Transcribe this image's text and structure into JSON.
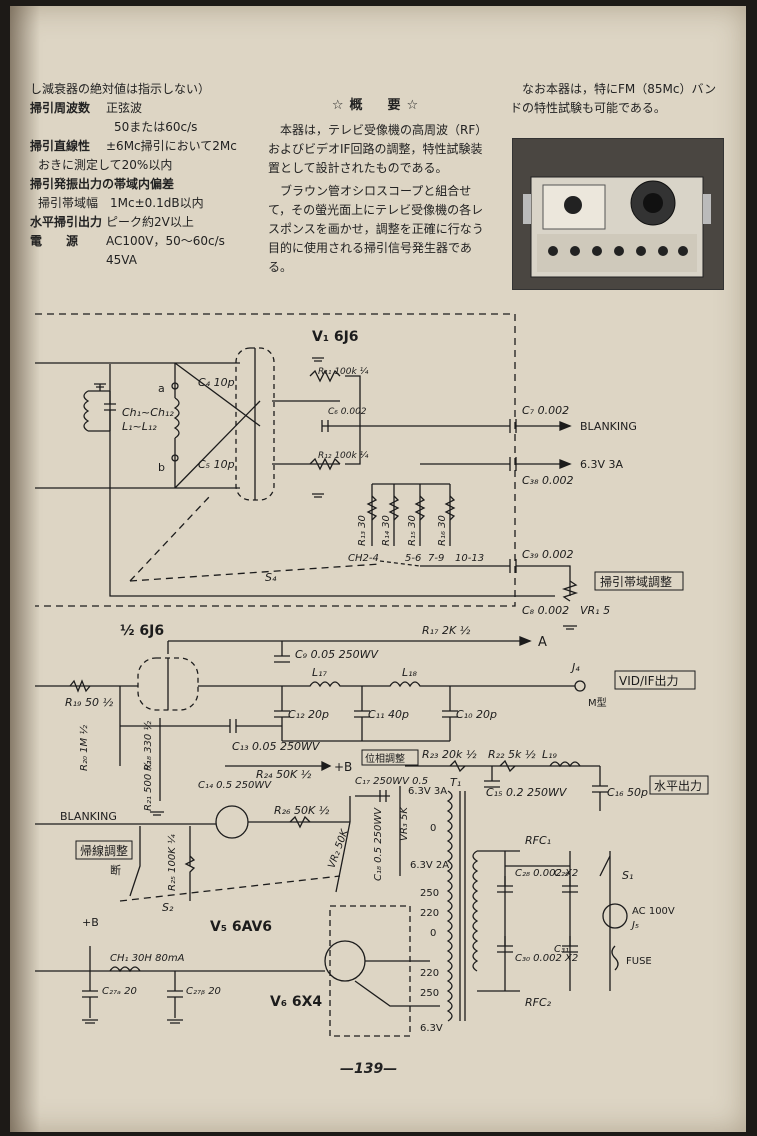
{
  "specs": {
    "line0": "し減衰器の絶対値は指示しない）",
    "rows": [
      {
        "label": "掃引周波数",
        "value": "正弦波"
      },
      {
        "label": "",
        "value": "50または60c/s",
        "indent": true
      },
      {
        "label": "掃引直線性",
        "value": "±6Mc掃引において2Mc"
      },
      {
        "label": "",
        "value": "おきに測定して20%以内",
        "indent2": true
      },
      {
        "label": "掃引発振出力の帯域内偏差",
        "value": ""
      },
      {
        "label": "",
        "value": "掃引帯域幅　1Mc±0.1dB以内",
        "indent2": true
      },
      {
        "label": "水平掃引出力",
        "value": "ピーク約2V以上"
      },
      {
        "label": "電　　源",
        "value": "AC100V，50〜60c/s"
      },
      {
        "label": "",
        "value": "45VA",
        "indent": true
      }
    ]
  },
  "overview": {
    "title": "☆概　要☆",
    "p1": "本器は，テレビ受像機の高周波（RF）およびビデオIF回路の調整，特性試験装置として設計されたものである。",
    "p2": "ブラウン管オシロスコープと組合せて，その螢光面上にテレビ受像機の各レスポンスを画かせ，調整を正確に行なう目的に使用される掃引信号発生器である。"
  },
  "note": "なお本器は，特にFM（85Mc）バンドの特性試験も可能である。",
  "schematic": {
    "tubes": {
      "v1": "V₁ 6J6",
      "v2": "½ 6J6",
      "v5": "V₅ 6AV6",
      "v6": "V₆ 6X4"
    },
    "top_labels": {
      "c4": "C₄ 10p",
      "c5": "C₅ 10p",
      "coil": "Ch₁~Ch₁₂",
      "coil_l": "L₁~L₁₂",
      "r11": "R₁₁ 100k ¼",
      "c6": "C₆ 0.002",
      "r12": "R₁₂ 100k ¼",
      "c7": "C₇ 0.002",
      "blanking": "BLANKING",
      "c38": "C₃₈ 0.002",
      "heater": "6.3V 3A",
      "r13": "R₁₃ 30",
      "r14": "R₁₄ 30",
      "r15": "R₁₅ 30",
      "r16": "R₁₆ 30",
      "sw_ch": "CH2-4",
      "sw_56": "5-6",
      "sw_79": "7-9",
      "sw_1013": "10-13",
      "s4": "S₄",
      "c39": "C₃₉ 0.002",
      "c8": "C₈ 0.002",
      "vr1": "VR₁ 5",
      "band_adj": "掃引帯域調整",
      "a": "a",
      "b": "b"
    },
    "mid_labels": {
      "c9": "C₉ 0.05 250WV",
      "r17": "R₁₇ 2K ½",
      "out_a": "A",
      "l17": "L₁₇",
      "l18": "L₁₈",
      "j4": "J₄",
      "mtype": "M型",
      "vif_out": "VID/IF出力",
      "r19": "R₁₉ 50 ½",
      "c12": "C₁₂ 20p",
      "c11": "C₁₁ 40p",
      "c10": "C₁₀ 20p",
      "c13": "C₁₃ 0.05 250WV",
      "r20": "R₂₀ 1M ½",
      "r18": "R₁₈ 330 ½",
      "b_plus": "+B",
      "phase_adj": "位相調整",
      "r23": "R₂₃ 20k ½",
      "r22": "R₂₂ 5k ½",
      "l19": "L₁₉",
      "c15": "C₁₅ 0.2 250WV",
      "c16": "C₁₆ 50p",
      "h_out": "水平出力",
      "c14": "C₁₄ 0.5 250WV",
      "r24": "R₂₄ 50K ½",
      "r21": "R₂₁ 500 ½"
    },
    "low_labels": {
      "blanking2": "BLANKING",
      "retrace": "帰線調整",
      "retrace_off": "断",
      "r25": "R₂₅ 100K ¼",
      "r26": "R₂₆ 50K ½",
      "s2": "S₂",
      "c17": "C₁₇ 250WV 0.5",
      "vr2": "VR₂ 50K",
      "vr3": "VR₃ 5K",
      "c18": "C₁₈ 0.5 250WV",
      "t1": "T₁",
      "t_heat1": "6.3V 3A",
      "t_heat2": "6.3V 2A",
      "t250a": "250",
      "t220a": "220",
      "t0a": "0",
      "t0b": "0",
      "t220b": "220",
      "t250b": "250",
      "t63": "6.3V",
      "rfc1": "RFC₁",
      "rfc2": "RFC₂",
      "c28": "C₂₈ 0.002 X2",
      "c29": "C₂₉",
      "c30": "C₃₀ 0.002 X2",
      "c31": "C₃₁",
      "s1": "S₁",
      "ac": "AC 100V",
      "j5": "J₅",
      "fuse": "FUSE",
      "bplus2": "+B",
      "ch1": "CH₁ 30H 80mA",
      "c27a": "C₂₇ₐ 20",
      "c27b": "C₂₇ᵦ 20"
    }
  },
  "page_number": "—139—"
}
